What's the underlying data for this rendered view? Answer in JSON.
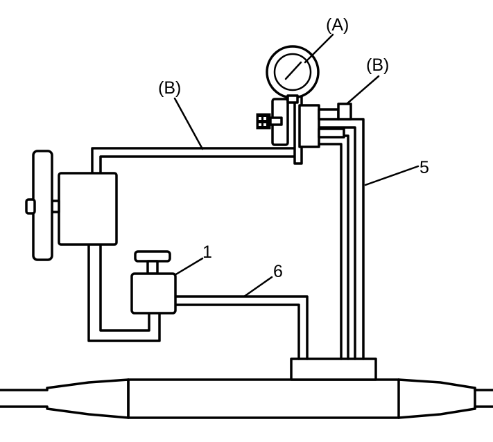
{
  "labels": {
    "gauge": "(A)",
    "hose_left": "(B)",
    "hose_right": "(B)",
    "pipe_5": "5",
    "pipe_6": "6",
    "valve_1": "1"
  }
}
